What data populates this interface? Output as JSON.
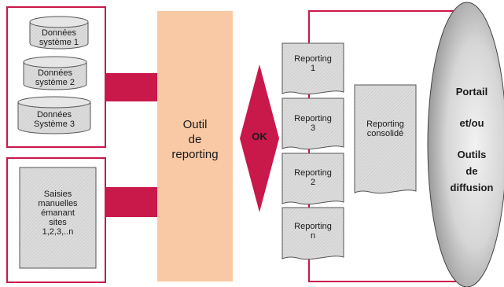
{
  "colors": {
    "accent": "#c9184a",
    "tool_fill": "#f8c9a4",
    "gray_fill": "#dcdcdc"
  },
  "sources": {
    "systems": [
      {
        "label": "Données\nsystème 1"
      },
      {
        "label": "Données\nsystème 2"
      },
      {
        "label": "Données\nSystème 3"
      }
    ],
    "manual": {
      "label": "Saisies\nmanuelles\némanant\nsites\n1,2,3,..n"
    }
  },
  "tool": {
    "label": "Outil\nde\nreporting"
  },
  "check": {
    "label": "OK"
  },
  "reports": [
    {
      "label": "Reporting\n1"
    },
    {
      "label": "Reporting\n3"
    },
    {
      "label": "Reporting\n2"
    },
    {
      "label": "Reporting\nn"
    }
  ],
  "consolidated": {
    "label": "Reporting\nconsolidé"
  },
  "portal": {
    "line1": "Portail",
    "line2": "et/ou",
    "line3": "Outils",
    "line4": "de",
    "line5": "diffusion"
  }
}
